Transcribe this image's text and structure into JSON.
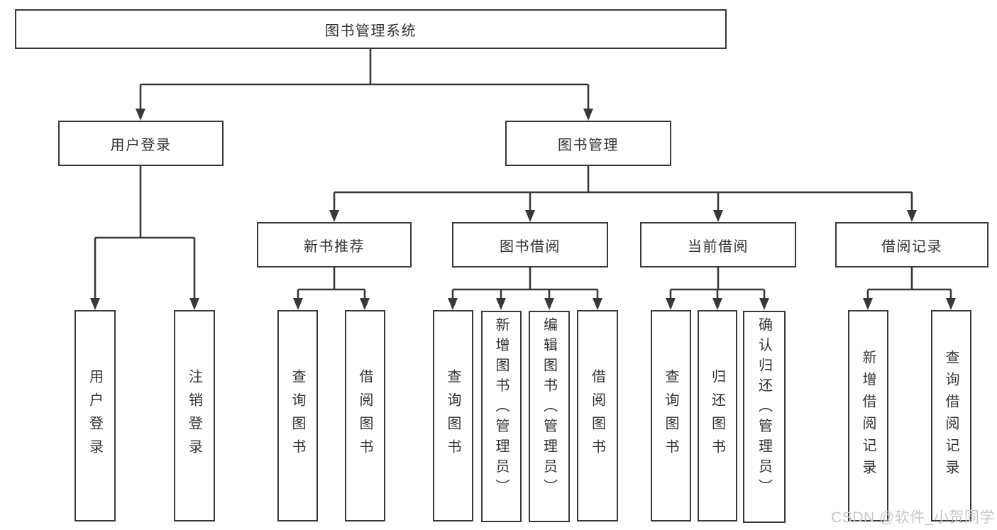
{
  "diagram": {
    "root": {
      "label": "图书管理系统"
    },
    "branches": [
      {
        "label": "用户登录",
        "children": [
          {
            "label": "用户登录"
          },
          {
            "label": "注销登录"
          }
        ]
      },
      {
        "label": "图书管理",
        "groups": [
          {
            "label": "新书推荐",
            "children": [
              {
                "label": "查询图书"
              },
              {
                "label": "借阅图书"
              }
            ]
          },
          {
            "label": "图书借阅",
            "children": [
              {
                "label": "查询图书"
              },
              {
                "label": "新增图书（管理员）"
              },
              {
                "label": "编辑图书（管理员）"
              },
              {
                "label": "借阅图书"
              }
            ]
          },
          {
            "label": "当前借阅",
            "children": [
              {
                "label": "查询图书"
              },
              {
                "label": "归还图书"
              },
              {
                "label": "确认归还（管理员）"
              }
            ]
          },
          {
            "label": "借阅记录",
            "children": [
              {
                "label": "新增借阅记录"
              },
              {
                "label": "查询借阅记录"
              }
            ]
          }
        ]
      }
    ]
  },
  "watermark": "CSDN @软件_小贺同学",
  "colors": {
    "line": "#383838",
    "text": "#333333",
    "watermark": "#c7c7c7",
    "background": "#ffffff"
  }
}
